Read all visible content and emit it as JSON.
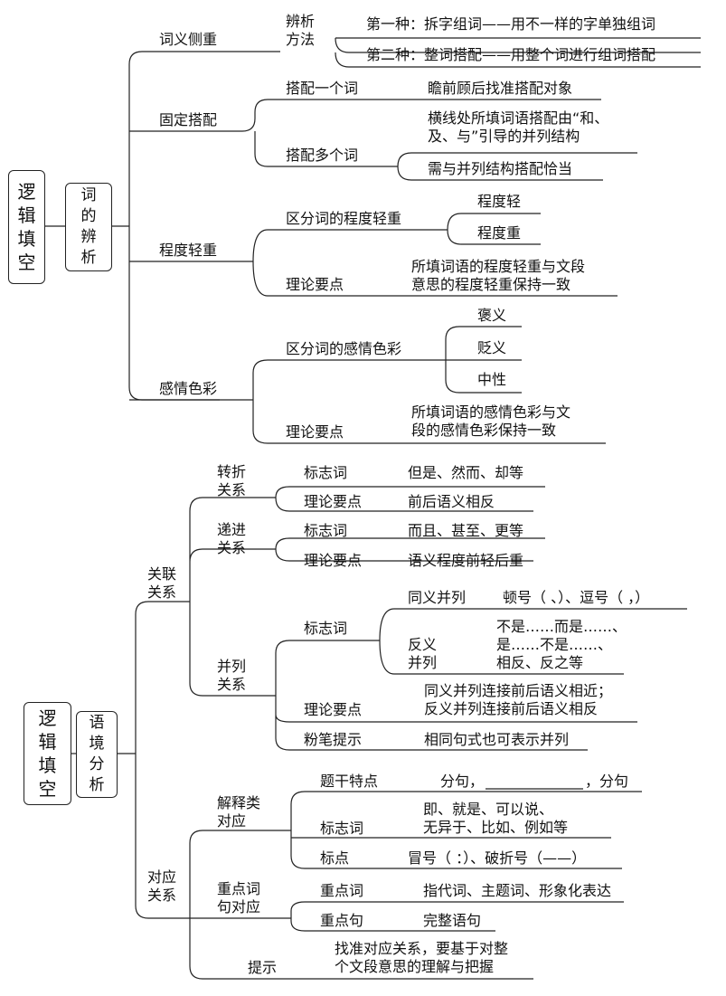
{
  "top": {
    "root": "逻辑填空",
    "main": "词的辨析",
    "b1": {
      "title": "词义侧重",
      "method": "辨析\n方法",
      "m1": "第一种：拆字组词——用不一样的字单独组词",
      "m2": "第二种：整词搭配——用整个词进行组词搭配"
    },
    "b2": {
      "title": "固定搭配",
      "one": "搭配一个词",
      "one_note": "瞻前顾后找准搭配对象",
      "many": "搭配多个词",
      "many_n1": "横线处所填词语搭配由“和、\n及、与”引导的并列结构",
      "many_n2": "需与并列结构搭配恰当"
    },
    "b3": {
      "title": "程度轻重",
      "distinguish": "区分词的程度轻重",
      "light": "程度轻",
      "heavy": "程度重",
      "theory": "理论要点",
      "theory_note": "所填词语的程度轻重与文段\n意思的程度轻重保持一致"
    },
    "b4": {
      "title": "感情色彩",
      "distinguish": "区分词的感情色彩",
      "pos": "褒义",
      "neg": "贬义",
      "neu": "中性",
      "theory": "理论要点",
      "theory_note": "所填词语的感情色彩与文\n段的感情色彩保持一致"
    }
  },
  "bottom": {
    "root": "逻辑填空",
    "main": "语境分析",
    "rel": {
      "title": "关联\n关系",
      "turn": {
        "title": "转折\n关系",
        "mark": "标志词",
        "mark_note": "但是、然而、却等",
        "theory": "理论要点",
        "theory_note": "前后语义相反"
      },
      "prog": {
        "title": "递进\n关系",
        "mark": "标志词",
        "mark_note": "而且、甚至、更等",
        "theory": "理论要点",
        "theory_note": "语义程度前轻后重"
      },
      "para": {
        "title": "并列\n关系",
        "mark": "标志词",
        "syn": "同义并列",
        "syn_note": "顿号（ 、）、逗号（ ，）",
        "ant": "反义\n并列",
        "ant_note": "不是……而是……、\n是……不是……、\n相反、反之等",
        "theory": "理论要点",
        "theory_note": "同义并列连接前后语义相近；\n反义并列连接前后语义相反",
        "chalk": "粉笔提示",
        "chalk_note": "相同句式也可表示并列"
      }
    },
    "corr": {
      "title": "对应\n关系",
      "explain": {
        "title": "解释类\n对应",
        "feature": "题干特点",
        "feature_left": "分句，",
        "feature_right": "，分句",
        "mark": "标志词",
        "mark_note": "即、就是、可以说、\n无异于、比如、例如等",
        "punct": "标点",
        "punct_note": "冒号（ ：）、破折号（——）"
      },
      "key": {
        "title": "重点词\n句对应",
        "word": "重点词",
        "word_note": "指代词、主题词、形象化表达",
        "sent": "重点句",
        "sent_note": "完整语句"
      },
      "tip": "提示",
      "tip_note": "找准对应关系，要基于对整\n个文段意思的理解与把握"
    }
  }
}
